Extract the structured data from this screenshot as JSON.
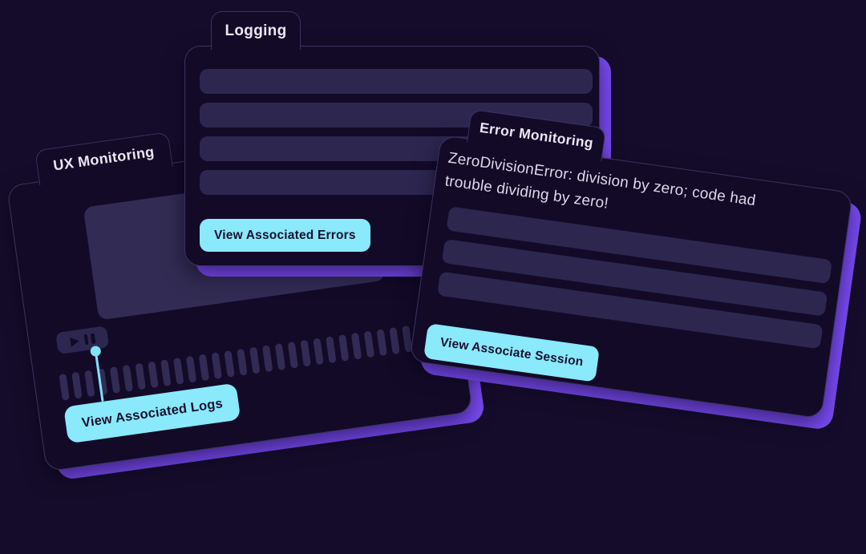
{
  "illustration": {
    "cards": {
      "logging": {
        "tab": "Logging",
        "skeleton_row_count": 4,
        "button": "View Associated Errors"
      },
      "ux": {
        "tab": "UX Monitoring",
        "player": {
          "play_icon": "play-icon",
          "pause_icon": "pause-icon",
          "timeline_bar_count": 28,
          "playhead_position": "start"
        },
        "button": "View Associated Logs"
      },
      "error": {
        "tab": "Error Monitoring",
        "message_lines": [
          "ZeroDivisionError: division by zero; code had",
          "trouble dividing by zero!"
        ],
        "skeleton_row_count": 3,
        "button": "View Associate Session"
      }
    },
    "colors": {
      "background": "#150c2b",
      "card": "#130a28",
      "card-border": "#3c3360",
      "skeleton-row": "#2d2750",
      "placeholder": "#322b53",
      "shadow-accent": "#7b4bf5",
      "button-bg": "#8ae9fb",
      "button-text": "#181130",
      "heading-text": "#eae7f4",
      "message-text": "#dcd8ea",
      "playhead": "#7fe3f7",
      "player-glyph": "#120a26"
    }
  }
}
